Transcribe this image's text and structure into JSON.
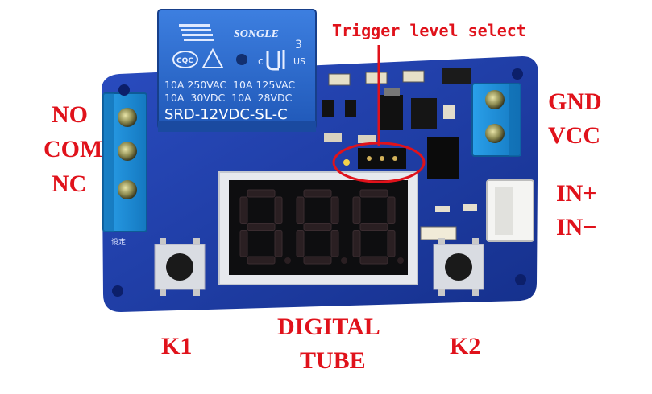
{
  "labels": {
    "trigger": "Trigger level select",
    "no": "NO",
    "com": "COM",
    "nc": "NC",
    "gnd": "GND",
    "vcc": "VCC",
    "in_plus": "IN+",
    "in_minus": "IN−",
    "k1": "K1",
    "digital": "DIGITAL",
    "tube": "TUBE",
    "k2": "K2"
  },
  "relay": {
    "brand": "SONGLE",
    "rating_a": "10A 250VAC  10A 125VAC",
    "rating_b": "10A  30VDC  10A  28VDC",
    "model": "SRD-12VDC-SL-C",
    "ul_num": "3",
    "ul_us": "US",
    "cqc": "CQC",
    "ce": "c"
  },
  "board": {
    "silkscreen_k1": "设定"
  },
  "colors": {
    "annotation": "#e0121b",
    "pcb": "#1f3ea8",
    "relay": "#2f6fd0",
    "terminal": "#1d8fd8",
    "display": "#0e0e10",
    "segment_off": "#2a1f22"
  },
  "display_digits": [
    "8",
    "8",
    "8"
  ]
}
